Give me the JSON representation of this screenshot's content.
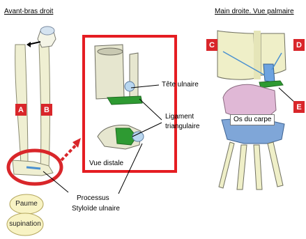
{
  "left_title": "Avant-bras droit",
  "right_title": "Main droite. Vue palmaire",
  "forearm_labels": {
    "a": "A",
    "b": "B"
  },
  "inset_labels": {
    "tete_ulnaire": "Tête ulnaire",
    "ligament_line1": "Ligament",
    "ligament_line2": "triangulaire",
    "vue_distale": "Vue distale"
  },
  "processus_line1": "Processus",
  "processus_line2": "Styloïde ulnaire",
  "paume_line1": "Paume",
  "paume_line2": "supination",
  "hand_labels": {
    "c": "C",
    "d": "D",
    "e": "E",
    "carpe": "Os du carpe"
  },
  "colors": {
    "marker_red": "#d9262a",
    "ligament_green": "#2e9a32",
    "bone": "#efefcf",
    "carpal_blue": "#7fa6d8",
    "carpal_pink": "#e0b8d6"
  }
}
